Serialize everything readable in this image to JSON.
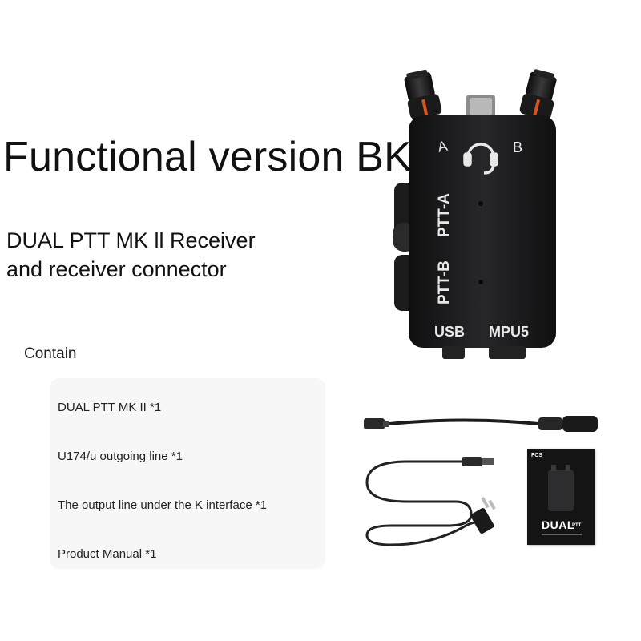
{
  "heading": {
    "title": "Functional version BK",
    "subtitle_line1": "DUAL PTT MK ll Receiver",
    "subtitle_line2": "and receiver connector"
  },
  "contents": {
    "label": "Contain",
    "items": [
      "DUAL PTT MK II *1",
      "U174/u outgoing line *1",
      "The output line under the K interface *1",
      "Product Manual *1"
    ]
  },
  "device": {
    "label_a": "A",
    "label_b": "B",
    "label_ptt_a": "PTT-A",
    "label_ptt_b": "PTT-B",
    "label_usb": "USB",
    "label_mpu5": "MPU5"
  },
  "manual": {
    "brand": "FCS",
    "title": "DUAL",
    "subtitle": "PTT"
  },
  "colors": {
    "device_body": "#1b1b1d",
    "accent_orange": "#d9531e",
    "contents_bg": "#f7f7f7"
  }
}
